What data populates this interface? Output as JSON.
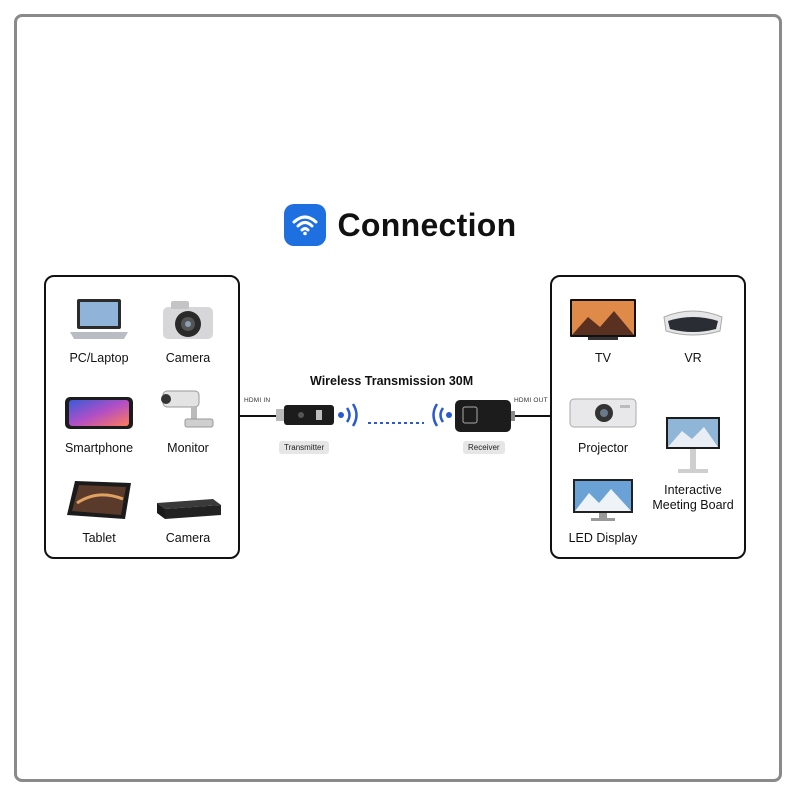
{
  "header": {
    "title": "Connection",
    "icon": "wifi-icon",
    "icon_color": "#1e6fe0"
  },
  "sources": [
    {
      "label": "PC/Laptop",
      "icon": "laptop-icon"
    },
    {
      "label": "Camera",
      "icon": "camera-icon"
    },
    {
      "label": "Smartphone",
      "icon": "smartphone-icon"
    },
    {
      "label": "Monitor",
      "icon": "cctv-icon"
    },
    {
      "label": "Tablet",
      "icon": "tablet-icon"
    },
    {
      "label": "Camera",
      "icon": "media-box-icon"
    }
  ],
  "displays": [
    {
      "label": "TV",
      "icon": "tv-icon"
    },
    {
      "label": "VR",
      "icon": "vr-headset-icon"
    },
    {
      "label": "Projector",
      "icon": "projector-icon"
    },
    {
      "label": "Interactive Meeting Board",
      "icon": "meeting-board-icon"
    },
    {
      "label": "LED Display",
      "icon": "led-display-icon"
    }
  ],
  "link": {
    "title": "Wireless Transmission 30M",
    "hdmi_in": "HDMI IN",
    "hdmi_out": "HDMI OUT",
    "transmitter": "Transmitter",
    "receiver": "Receiver"
  }
}
